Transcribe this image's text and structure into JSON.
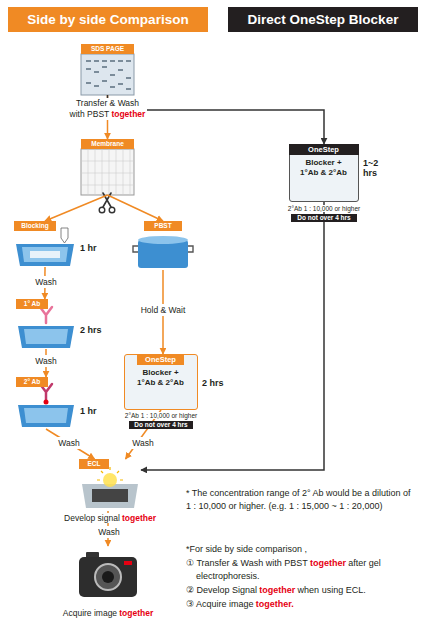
{
  "diagram": {
    "nodes": [
      {
        "text": [
          "Side by side Comparison"
        ]
      },
      {
        "text": [
          "Direct OneStep Blocker"
        ]
      },
      {
        "text": [
          "SDS PAGE"
        ]
      },
      {
        "text": [
          "Membrane"
        ]
      },
      {
        "text": [
          "OneStep",
          "Blocker + 1°Ab & 2°Ab"
        ]
      },
      {
        "text": [
          "Blocking"
        ]
      },
      {
        "text": [
          "PBST"
        ]
      },
      {
        "text": [
          "1° Ab"
        ]
      },
      {
        "text": [
          "2° Ab"
        ]
      },
      {
        "text": [
          "OneStep",
          "Blocker + 1°Ab & 2°Ab"
        ]
      },
      {
        "text": [
          "ECL"
        ]
      },
      {
        "text": [
          "Acquire image",
          "together"
        ]
      }
    ],
    "edges": [
      {
        "from": 2,
        "to": 3,
        "label": "Transfer & Wash with PBST",
        "arrow": "to"
      },
      {
        "from": 2,
        "to": 4,
        "arrow": "to"
      },
      {
        "from": 3,
        "to": 5,
        "arrow": "to"
      },
      {
        "from": 3,
        "to": 6,
        "arrow": "to"
      },
      {
        "from": 5,
        "to": 7,
        "label": "Wash",
        "arrow": "to"
      },
      {
        "from": 7,
        "to": 8,
        "label": "Wash",
        "arrow": "to"
      },
      {
        "from": 6,
        "to": 9,
        "label": "Hold & Wait",
        "arrow": "to"
      },
      {
        "from": 8,
        "to": 10,
        "label": "Wash",
        "arrow": "to"
      },
      {
        "from": 9,
        "to": 10,
        "label": "Wash",
        "arrow": "to"
      },
      {
        "from": 4,
        "to": 10,
        "arrow": "to"
      },
      {
        "from": 10,
        "to": 11,
        "label": "Wash",
        "arrow": "to"
      }
    ],
    "labels": [
      "together",
      "1 hr",
      "2 hrs",
      "1 hr",
      "2 hrs",
      "2°Ab 1 : 10,000 or higher",
      "Do not over 4 hrs",
      "1~2 hrs",
      "2°Ab 1 : 10,000 or higher",
      "Do not over 4 hrs",
      "Develop signal",
      "together",
      "* The concentration range of 2° Ab would be a dilution of 1 : 10,000 or higher. (e.g. 1 : 15,000 ~ 1 : 20,000)",
      "*For side by side comparison ,",
      "① Transfer & Wash with PBST",
      "together",
      "after gel electrophoresis.",
      "② Develop Signal",
      "together",
      "when using ECL.",
      "③ Acquire image",
      "together."
    ]
  }
}
